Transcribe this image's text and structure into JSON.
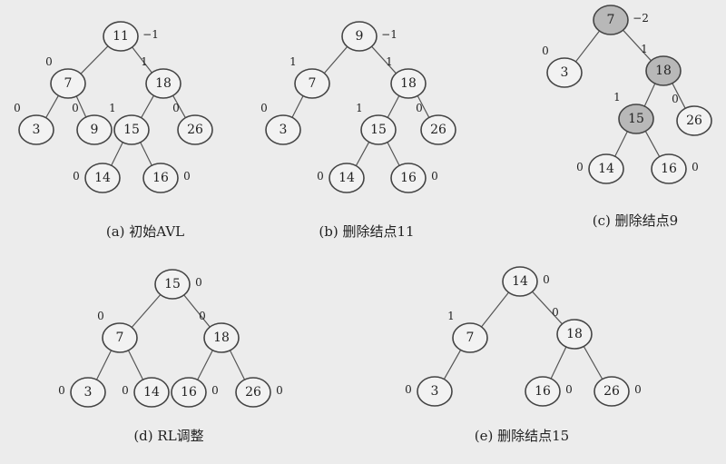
{
  "colors": {
    "node_fill": "#f2f2f2",
    "highlight_fill": "#b8b8b8"
  },
  "diagrams": [
    {
      "id": "a",
      "caption": "(a) 初始AVL",
      "nodes": [
        {
          "id": "n11",
          "label": "11",
          "bf": "−1"
        },
        {
          "id": "n7",
          "label": "7",
          "bf": "0"
        },
        {
          "id": "n18",
          "label": "18",
          "bf": "1"
        },
        {
          "id": "n3",
          "label": "3",
          "bf": "0"
        },
        {
          "id": "n9",
          "label": "9",
          "bf": "0"
        },
        {
          "id": "n15",
          "label": "15",
          "bf": "1"
        },
        {
          "id": "n26",
          "label": "26",
          "bf": "0"
        },
        {
          "id": "n14",
          "label": "14",
          "bf": "0"
        },
        {
          "id": "n16",
          "label": "16",
          "bf": "0"
        }
      ],
      "edges": [
        [
          "n11",
          "n7"
        ],
        [
          "n11",
          "n18"
        ],
        [
          "n7",
          "n3"
        ],
        [
          "n7",
          "n9"
        ],
        [
          "n18",
          "n15"
        ],
        [
          "n18",
          "n26"
        ],
        [
          "n15",
          "n14"
        ],
        [
          "n15",
          "n16"
        ]
      ]
    },
    {
      "id": "b",
      "caption": "(b) 删除结点11",
      "nodes": [
        {
          "id": "n9",
          "label": "9",
          "bf": "−1"
        },
        {
          "id": "n7",
          "label": "7",
          "bf": "1"
        },
        {
          "id": "n18",
          "label": "18",
          "bf": "1"
        },
        {
          "id": "n3",
          "label": "3",
          "bf": "0"
        },
        {
          "id": "n15",
          "label": "15",
          "bf": "1"
        },
        {
          "id": "n26",
          "label": "26",
          "bf": "0"
        },
        {
          "id": "n14",
          "label": "14",
          "bf": "0"
        },
        {
          "id": "n16",
          "label": "16",
          "bf": "0"
        }
      ],
      "edges": [
        [
          "n9",
          "n7"
        ],
        [
          "n9",
          "n18"
        ],
        [
          "n7",
          "n3"
        ],
        [
          "n18",
          "n15"
        ],
        [
          "n18",
          "n26"
        ],
        [
          "n15",
          "n14"
        ],
        [
          "n15",
          "n16"
        ]
      ]
    },
    {
      "id": "c",
      "caption": "(c) 删除结点9",
      "nodes": [
        {
          "id": "n7",
          "label": "7",
          "bf": "−2",
          "highlight": true
        },
        {
          "id": "n3",
          "label": "3",
          "bf": "0"
        },
        {
          "id": "n18",
          "label": "18",
          "bf": "1",
          "highlight": true
        },
        {
          "id": "n15",
          "label": "15",
          "bf": "1",
          "highlight": true
        },
        {
          "id": "n26",
          "label": "26",
          "bf": "0"
        },
        {
          "id": "n14",
          "label": "14",
          "bf": "0"
        },
        {
          "id": "n16",
          "label": "16",
          "bf": "0"
        }
      ],
      "edges": [
        [
          "n7",
          "n3"
        ],
        [
          "n7",
          "n18"
        ],
        [
          "n18",
          "n15"
        ],
        [
          "n18",
          "n26"
        ],
        [
          "n15",
          "n14"
        ],
        [
          "n15",
          "n16"
        ]
      ]
    },
    {
      "id": "d",
      "caption": "(d) RL调整",
      "nodes": [
        {
          "id": "n15",
          "label": "15",
          "bf": "0"
        },
        {
          "id": "n7",
          "label": "7",
          "bf": "0"
        },
        {
          "id": "n18",
          "label": "18",
          "bf": "0"
        },
        {
          "id": "n3",
          "label": "3",
          "bf": "0"
        },
        {
          "id": "n14",
          "label": "14",
          "bf": "0"
        },
        {
          "id": "n16",
          "label": "16",
          "bf": "0"
        },
        {
          "id": "n26",
          "label": "26",
          "bf": "0"
        }
      ],
      "edges": [
        [
          "n15",
          "n7"
        ],
        [
          "n15",
          "n18"
        ],
        [
          "n7",
          "n3"
        ],
        [
          "n7",
          "n14"
        ],
        [
          "n18",
          "n16"
        ],
        [
          "n18",
          "n26"
        ]
      ]
    },
    {
      "id": "e",
      "caption": "(e) 删除结点15",
      "nodes": [
        {
          "id": "n14",
          "label": "14",
          "bf": "0"
        },
        {
          "id": "n7",
          "label": "7",
          "bf": "1"
        },
        {
          "id": "n18",
          "label": "18",
          "bf": "0"
        },
        {
          "id": "n3",
          "label": "3",
          "bf": "0"
        },
        {
          "id": "n16",
          "label": "16",
          "bf": "0"
        },
        {
          "id": "n26",
          "label": "26",
          "bf": "0"
        }
      ],
      "edges": [
        [
          "n14",
          "n7"
        ],
        [
          "n14",
          "n18"
        ],
        [
          "n7",
          "n3"
        ],
        [
          "n18",
          "n16"
        ],
        [
          "n18",
          "n26"
        ]
      ]
    }
  ]
}
